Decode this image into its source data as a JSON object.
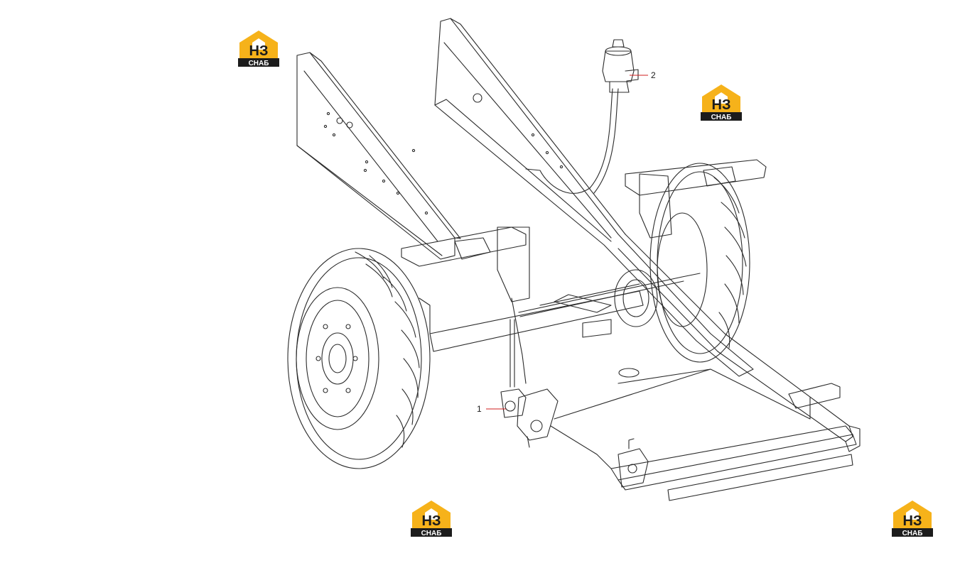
{
  "logos": [
    {
      "top": "НЗ",
      "bottom": "СНАБ"
    },
    {
      "top": "НЗ",
      "bottom": "СНАБ"
    },
    {
      "top": "НЗ",
      "bottom": "СНАБ"
    },
    {
      "top": "НЗ",
      "bottom": "СНАБ"
    }
  ],
  "callouts": [
    {
      "label": "1"
    },
    {
      "label": "2"
    }
  ],
  "colors": {
    "line": "#2b2b2b",
    "leader": "#d21f1f",
    "logo_yellow": "#f6b21a",
    "logo_dark": "#1c1c1c"
  }
}
